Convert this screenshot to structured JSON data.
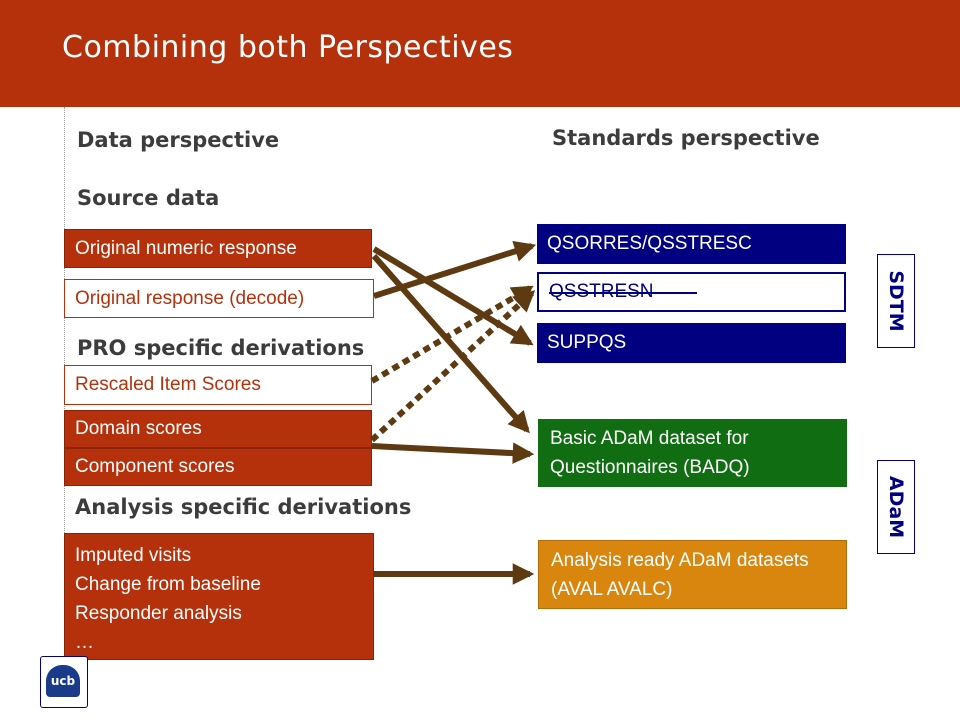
{
  "slide": {
    "title": "Combining both Perspectives"
  },
  "headings": {
    "data_perspective": "Data perspective",
    "standards_perspective": "Standards perspective",
    "source_data": "Source data",
    "pro_specific": "PRO specific derivations",
    "analysis_specific": "Analysis specific derivations"
  },
  "data_boxes": {
    "original_numeric": "Original numeric response",
    "original_decode": "Original response (decode)",
    "rescaled_items": "Rescaled Item Scores",
    "domain_scores": "Domain scores",
    "component_scores": "Component scores",
    "analysis_lines": [
      "Imputed visits",
      "Change from baseline",
      "Responder analysis",
      "…"
    ]
  },
  "standards_boxes": {
    "qsorres": "QSORRES/QSSTRESC",
    "qsstresn": "QSSTRESN",
    "suppqs": "SUPPQS",
    "badq": "Basic  ADaM dataset for Questionnaires (BADQ)",
    "analysis_ready": "Analysis ready ADaM datasets (AVAL AVALC)"
  },
  "labels": {
    "sdtm": "SDTM",
    "adam": "ADaM"
  },
  "logo": {
    "text": "ucb"
  },
  "colors": {
    "header": "#b5310c",
    "data_box": "#b5310c",
    "sdtm_box": "#000080",
    "badq_box": "#116d11",
    "analysis_box": "#d9860f",
    "arrow": "#5e3a12"
  }
}
